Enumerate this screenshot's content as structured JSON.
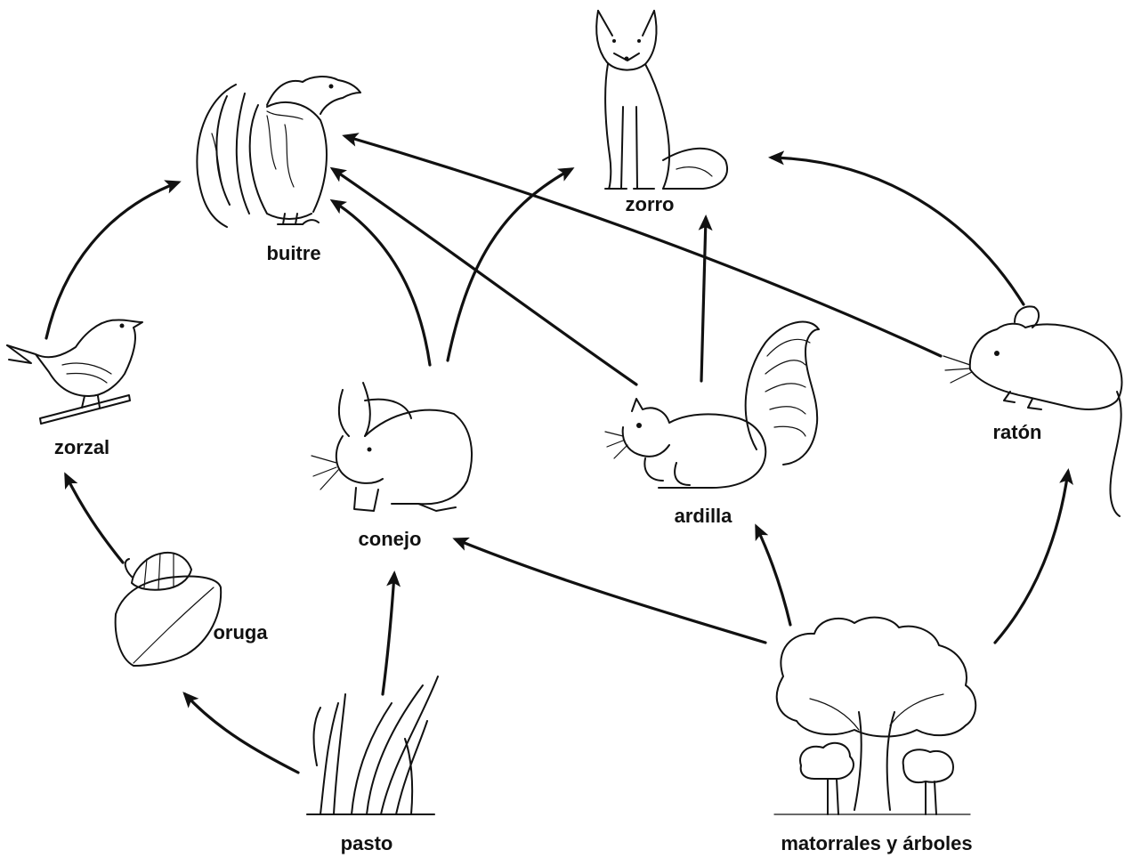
{
  "organisms": {
    "buitre": "buitre",
    "zorro": "zorro",
    "zorzal": "zorzal",
    "conejo": "conejo",
    "ardilla": "ardilla",
    "raton": "ratón",
    "oruga": "oruga",
    "pasto": "pasto",
    "matorrales": "matorrales y árboles"
  },
  "links": [
    {
      "from": "pasto",
      "to": "oruga"
    },
    {
      "from": "pasto",
      "to": "conejo"
    },
    {
      "from": "matorrales",
      "to": "conejo"
    },
    {
      "from": "matorrales",
      "to": "ardilla"
    },
    {
      "from": "matorrales",
      "to": "raton"
    },
    {
      "from": "oruga",
      "to": "zorzal"
    },
    {
      "from": "zorzal",
      "to": "buitre"
    },
    {
      "from": "conejo",
      "to": "buitre"
    },
    {
      "from": "conejo",
      "to": "zorro"
    },
    {
      "from": "ardilla",
      "to": "buitre"
    },
    {
      "from": "ardilla",
      "to": "zorro"
    },
    {
      "from": "raton",
      "to": "buitre"
    },
    {
      "from": "raton",
      "to": "zorro"
    }
  ]
}
